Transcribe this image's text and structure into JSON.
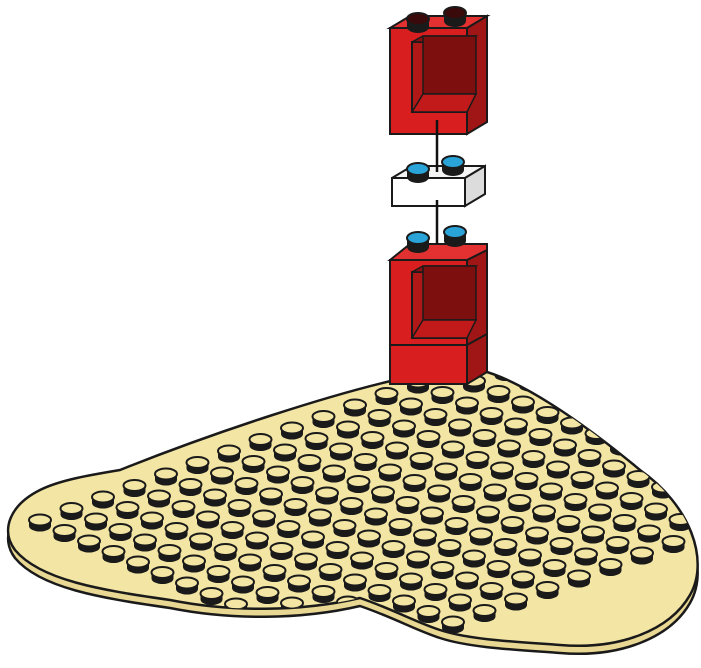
{
  "scene": {
    "title": "",
    "colors": {
      "background": "#ffffff",
      "baseplate_top": "#f3e5a4",
      "baseplate_stud": "#f3e5a4",
      "outline": "#1a1a1a",
      "brick_red": "#d81e1e",
      "brick_red_dark": "#a01515",
      "brick_red_shadow": "#7d0f0f",
      "plate_white": "#f4f4f4",
      "stud_blue": "#2aa3d8",
      "stud_dark": "#3a0a0a",
      "guide_line": "#111111"
    },
    "parts": [
      {
        "name": "window-frame-top",
        "color": "red"
      },
      {
        "name": "plate-1x2",
        "color": "white"
      },
      {
        "name": "window-frame-bottom",
        "color": "red"
      },
      {
        "name": "heart-baseplate",
        "color": "tan"
      }
    ]
  }
}
